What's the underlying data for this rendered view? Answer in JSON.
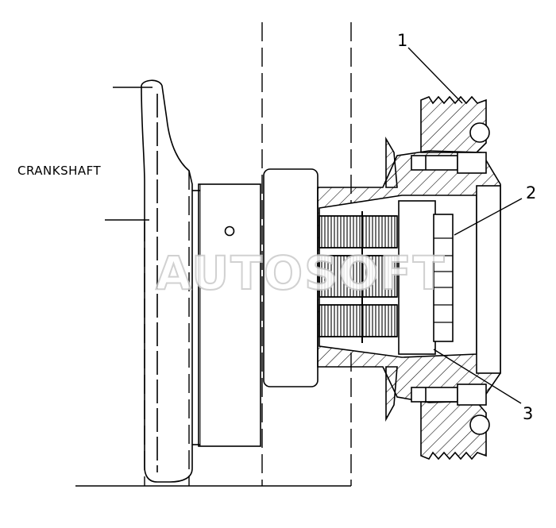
{
  "labels": {
    "crankshaft": "CRANKSHAFT",
    "callout_1": "1",
    "callout_2": "2",
    "callout_3": "3"
  },
  "watermark": "AUTOSOFT",
  "colors": {
    "line": "#000000",
    "background": "#ffffff"
  }
}
